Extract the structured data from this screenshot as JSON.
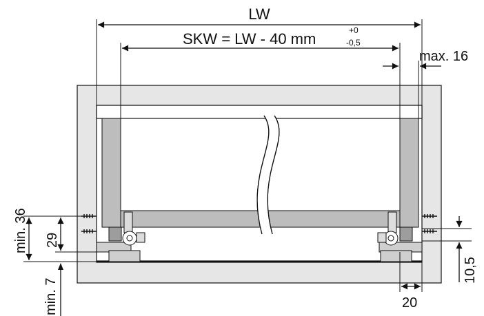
{
  "labels": {
    "lw": "LW",
    "skw_main": "SKW = LW - 40 mm",
    "tol_plus": "+0",
    "tol_minus": "-0,5",
    "max16": "max. 16",
    "min36": "min. 36",
    "d29": "29",
    "min7": "min. 7",
    "d10_5": "10,5",
    "d20": "20"
  },
  "colors": {
    "cabinet": "#e6e6e6",
    "drawer": "#bdbdbd",
    "line": "#111111"
  },
  "icons": [
    "screw-icon",
    "runner-clip-icon",
    "break-symbol-icon"
  ]
}
